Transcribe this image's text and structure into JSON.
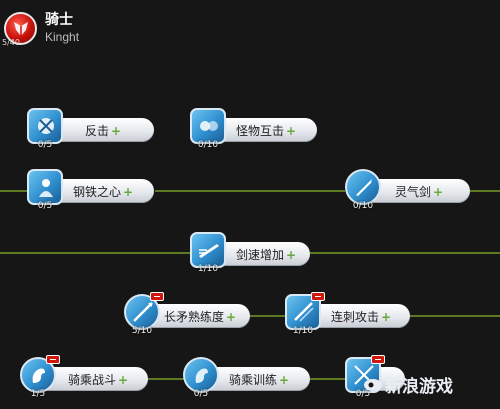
{
  "header": {
    "title": "骑士",
    "subtitle": "Kinght",
    "points": "5/40",
    "emblem_color": "#c7110b"
  },
  "skills": [
    {
      "name": "反击",
      "level": "0/5",
      "icon": "counter-icon",
      "learnable": false
    },
    {
      "name": "怪物互击",
      "level": "0/10",
      "icon": "monster-strike-icon",
      "learnable": false
    },
    {
      "name": "钢铁之心",
      "level": "0/5",
      "icon": "iron-heart-icon",
      "learnable": false
    },
    {
      "name": "灵气剑",
      "level": "0/10",
      "icon": "aura-sword-icon",
      "learnable": false
    },
    {
      "name": "剑速增加",
      "level": "1/10",
      "icon": "sword-speed-icon",
      "learnable": false
    },
    {
      "name": "长矛熟练度",
      "level": "5/10",
      "icon": "spear-mastery-icon",
      "learnable": true
    },
    {
      "name": "连刺攻击",
      "level": "1/10",
      "icon": "thrust-attack-icon",
      "learnable": true
    },
    {
      "name": "骑乘战斗",
      "level": "1/5",
      "icon": "mounted-combat-icon",
      "learnable": true
    },
    {
      "name": "骑乘训练",
      "level": "0/5",
      "icon": "riding-training-icon",
      "learnable": false
    },
    {
      "name": "",
      "level": "0/5",
      "icon": "sword-skill-icon",
      "learnable": true
    }
  ],
  "plus_symbol": "+",
  "colors": {
    "background": "#161616",
    "connector": "#5d7a22",
    "plus": "#69a83a",
    "icon": "#2f8fcf"
  },
  "watermark": {
    "text": "新浪游戏",
    "logo": "sina-logo-icon"
  }
}
